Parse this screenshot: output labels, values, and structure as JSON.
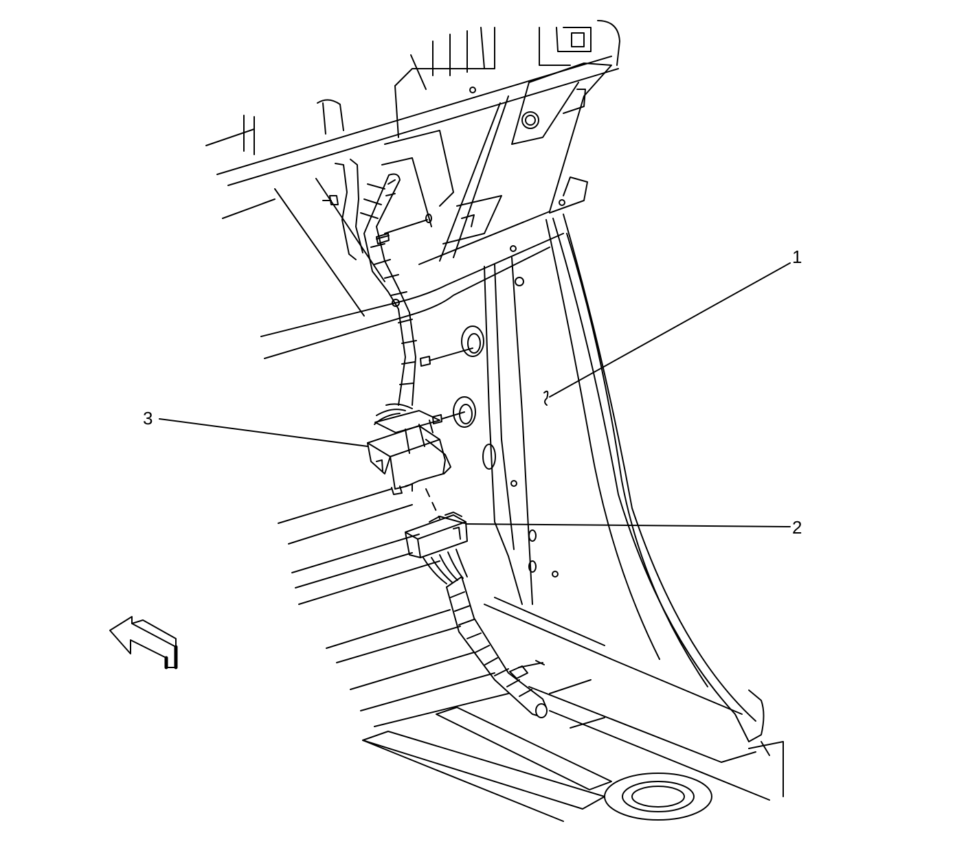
{
  "diagram": {
    "callouts": {
      "c1": "1",
      "c2": "2",
      "c3": "3"
    },
    "colors": {
      "line": "#000000",
      "background": "#ffffff"
    }
  }
}
